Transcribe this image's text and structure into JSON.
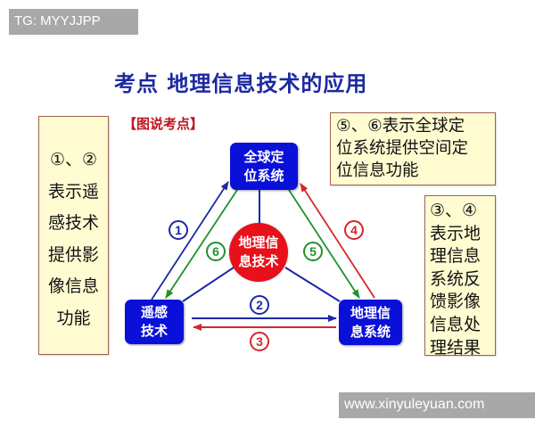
{
  "watermarks": {
    "top_left": "TG: MYYJJPP",
    "bottom_right": "www.xinyuleyuan.com"
  },
  "title": "考点  地理信息技术的应用",
  "section_label": "【图说考点】",
  "notes": {
    "left": {
      "lines": [
        "①、②",
        "表示遥",
        "感技术",
        "提供影",
        "像信息",
        "功能"
      ]
    },
    "top_right": {
      "lines": [
        "⑤、⑥表示全球定",
        "位系统提供空间定",
        "位信息功能"
      ]
    },
    "right": {
      "lines": [
        "③、④",
        "表示地",
        "理信息",
        "系统反",
        "馈影像",
        "信息处",
        "理结果"
      ]
    }
  },
  "nodes": {
    "gps": {
      "lines": [
        "全球定",
        "位系统"
      ]
    },
    "rs": {
      "lines": [
        "遥感",
        "技术"
      ]
    },
    "gis": {
      "lines": [
        "地理信",
        "息系统"
      ]
    },
    "center": {
      "lines": [
        "地理信",
        "息技术"
      ]
    }
  },
  "arrows": [
    {
      "id": "1",
      "label": "①",
      "from": "遥感技术",
      "to": "全球定位系统",
      "color": "#1c28a8"
    },
    {
      "id": "2",
      "label": "②",
      "from": "遥感技术",
      "to": "地理信息系统",
      "color": "#1c28a8"
    },
    {
      "id": "3",
      "label": "③",
      "from": "地理信息系统",
      "to": "遥感技术",
      "color": "#d8242c"
    },
    {
      "id": "4",
      "label": "④",
      "from": "地理信息系统",
      "to": "全球定位系统",
      "color": "#d8242c"
    },
    {
      "id": "5",
      "label": "⑤",
      "from": "全球定位系统",
      "to": "地理信息系统",
      "color": "#21912a"
    },
    {
      "id": "6",
      "label": "⑥",
      "from": "全球定位系统",
      "to": "遥感技术",
      "color": "#21912a"
    }
  ],
  "colors": {
    "title": "#1c2aa0",
    "node_fill": "#0a10d8",
    "center_fill": "#e8101a",
    "note_fill": "#fffcd2",
    "note_border": "#a06050",
    "label_red": "#c0141e"
  }
}
